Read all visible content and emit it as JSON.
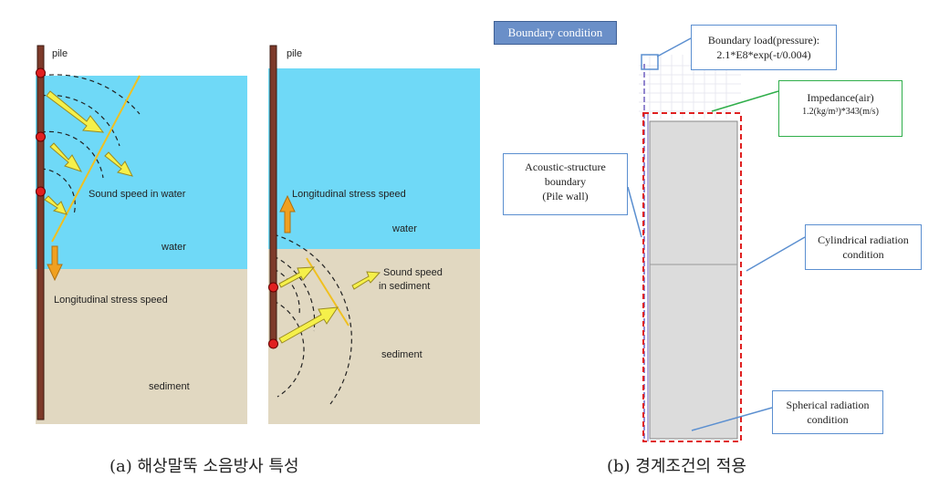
{
  "panel_a": {
    "fig1": {
      "pile_label": "pile",
      "sound_speed_water": "Sound speed in water",
      "water_label": "water",
      "longitudinal_label": "Longitudinal stress speed",
      "sediment_label": "sediment"
    },
    "fig2": {
      "pile_label": "pile",
      "longitudinal_label": "Longitudinal stress speed",
      "water_label": "water",
      "sound_speed_sediment_1": "Sound speed",
      "sound_speed_sediment_2": "in sediment",
      "sediment_label": "sediment"
    },
    "caption": "(a) 해상말뚝 소음방사 특성",
    "colors": {
      "water": "#6fd9f7",
      "sediment": "#e1d8c1",
      "pile": "#7d3a2a",
      "arrow": "#f5f04a",
      "source": "#e02020",
      "front": "#f0c020"
    }
  },
  "panel_b": {
    "header_button": "Boundary condition",
    "boundary_load_1": "Boundary load(pressure):",
    "boundary_load_2": "2.1*E8*exp(-t/0.004)",
    "impedance_1": "Impedance(air)",
    "impedance_2": "1.2(kg/m³)*343(m/s)",
    "acoustic_1": "Acoustic-structure",
    "acoustic_2": "boundary",
    "acoustic_3": "(Pile wall)",
    "cylindrical_1": "Cylindrical radiation",
    "cylindrical_2": "condition",
    "spherical_1": "Spherical radiation",
    "spherical_2": "condition",
    "caption": "(b) 경계조건의 적용",
    "colors": {
      "header_bg": "#6a8fc8",
      "callout_border": "#5b8fd0",
      "impedance_border": "#2fae4a",
      "dashed_red": "#e02020",
      "domain_fill": "#dcdcdc"
    }
  }
}
